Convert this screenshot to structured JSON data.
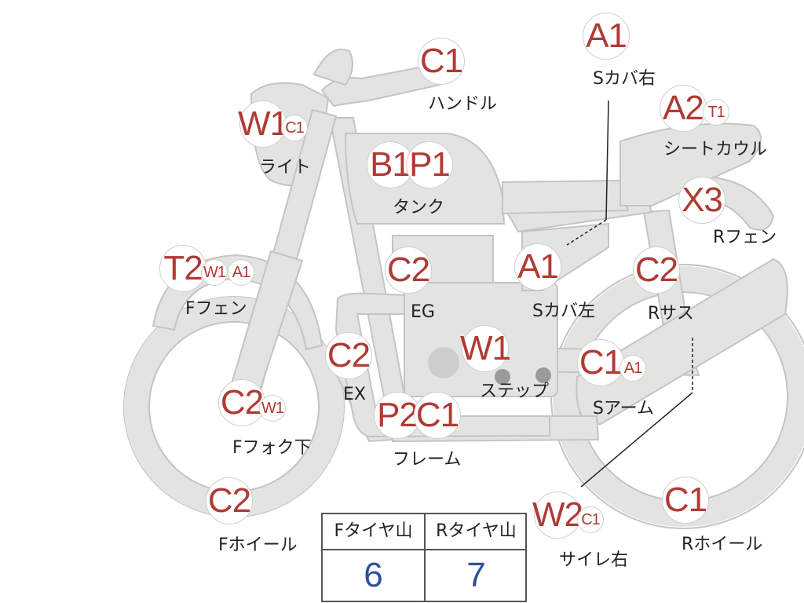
{
  "parts": [
    {
      "name": "handle",
      "label": "ハンドル",
      "badges": [
        "C1"
      ]
    },
    {
      "name": "light",
      "label": "ライト",
      "badges": [
        "W1",
        "C1"
      ]
    },
    {
      "name": "tank",
      "label": "タンク",
      "badges": [
        "B1",
        "P1"
      ]
    },
    {
      "name": "side-cover-right",
      "label": "Sカバ右",
      "badges": [
        "A1"
      ]
    },
    {
      "name": "seat-cowl",
      "label": "シートカウル",
      "badges": [
        "A2",
        "T1"
      ]
    },
    {
      "name": "rear-fender",
      "label": "Rフェン",
      "badges": [
        "X3"
      ]
    },
    {
      "name": "front-fender",
      "label": "Fフェン",
      "badges": [
        "T2",
        "W1",
        "A1"
      ]
    },
    {
      "name": "engine",
      "label": "EG",
      "badges": [
        "C2"
      ]
    },
    {
      "name": "side-cover-left",
      "label": "Sカバ左",
      "badges": [
        "A1"
      ]
    },
    {
      "name": "rear-suspension",
      "label": "Rサス",
      "badges": [
        "C2"
      ]
    },
    {
      "name": "exhaust",
      "label": "EX",
      "badges": [
        "C2"
      ]
    },
    {
      "name": "step",
      "label": "ステップ",
      "badges": [
        "W1"
      ]
    },
    {
      "name": "swing-arm",
      "label": "Sアーム",
      "badges": [
        "C1",
        "A1"
      ]
    },
    {
      "name": "front-fork-lower",
      "label": "Fフォク下",
      "badges": [
        "C2",
        "W1"
      ]
    },
    {
      "name": "frame",
      "label": "フレーム",
      "badges": [
        "P2",
        "C1"
      ]
    },
    {
      "name": "front-wheel",
      "label": "Fホイール",
      "badges": [
        "C2"
      ]
    },
    {
      "name": "muffler-right",
      "label": "サイレ右",
      "badges": [
        "W2",
        "C1"
      ]
    },
    {
      "name": "rear-wheel",
      "label": "Rホイール",
      "badges": [
        "C1"
      ]
    }
  ],
  "tire_tread": {
    "front_label": "Fタイヤ山",
    "front_value": "6",
    "rear_label": "Rタイヤ山",
    "rear_value": "7"
  }
}
